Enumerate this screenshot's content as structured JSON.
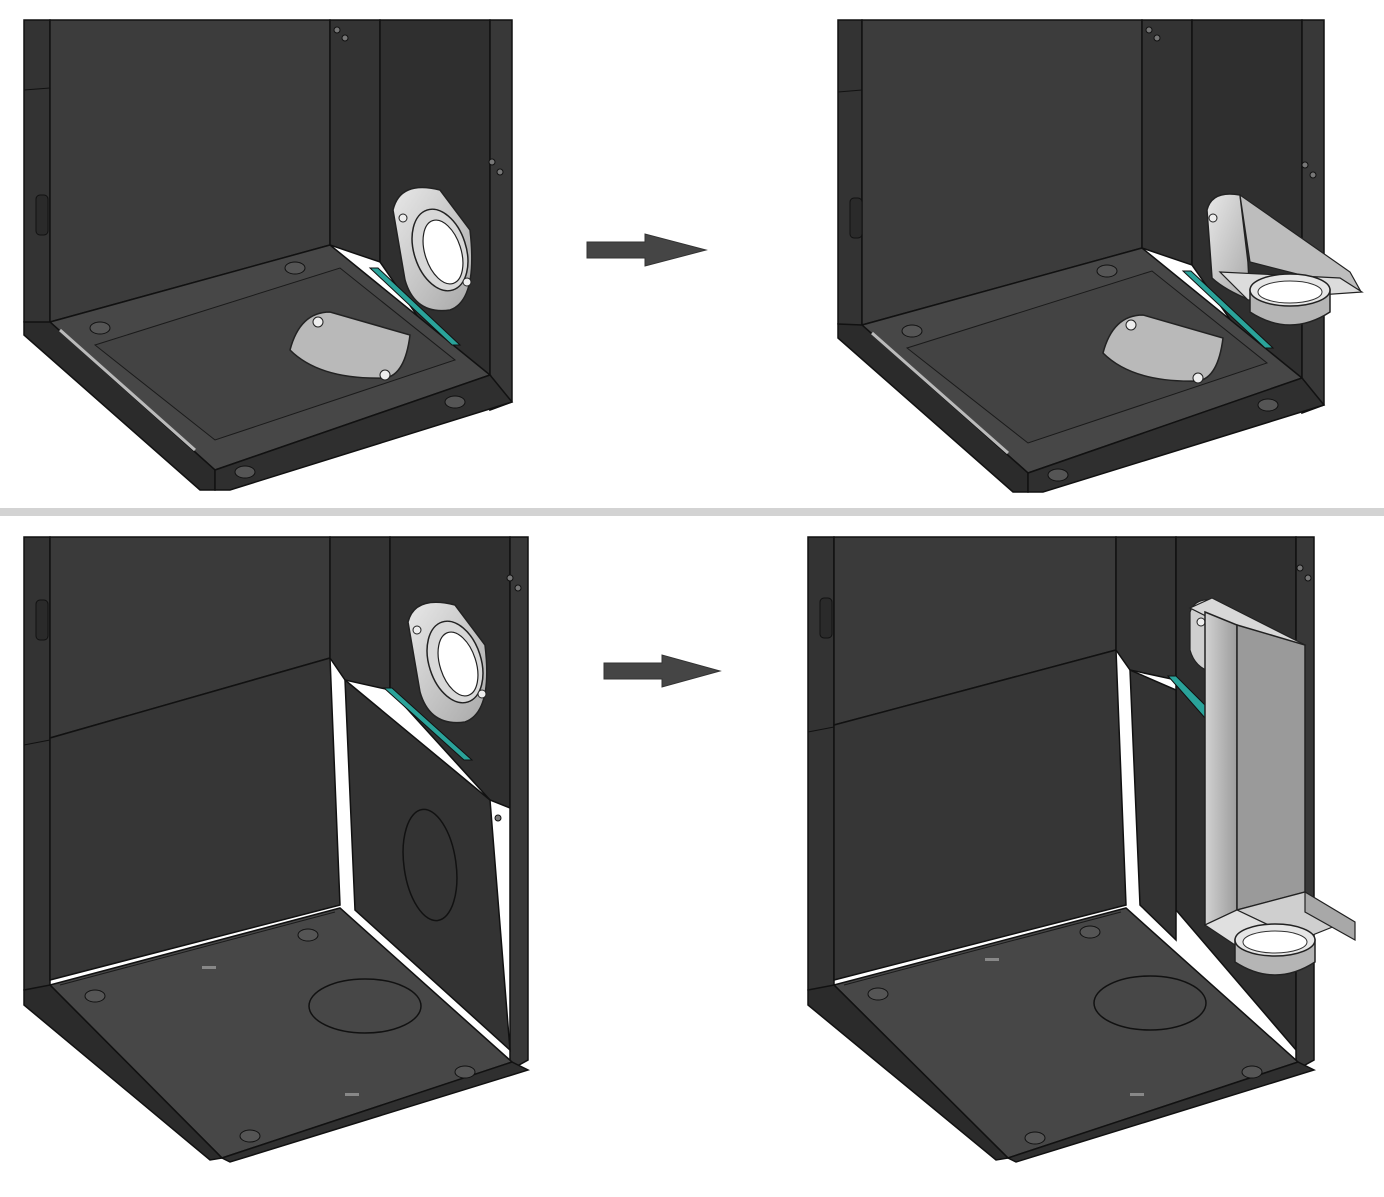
{
  "diagram": {
    "kind": "assembly-instructions",
    "text_labels": [],
    "rows": [
      {
        "name": "bottom-outlet-installation",
        "step_before": {
          "parts": [
            "stove-base-frame",
            "round-outlet-flange",
            "bottom-cover-plate",
            "gasket-strip"
          ]
        },
        "step_after": {
          "parts": [
            "stove-base-frame",
            "side-outlet-adapter",
            "round-spigot",
            "bottom-cover-plate",
            "gasket-strip"
          ]
        },
        "connector": "right-arrow"
      },
      {
        "name": "rear-outlet-installation",
        "step_before": {
          "parts": [
            "stove-base-frame",
            "round-outlet-flange",
            "rear-knockout-circle",
            "bottom-knockout-circle",
            "gasket-strip"
          ]
        },
        "step_after": {
          "parts": [
            "stove-base-frame",
            "vertical-duct-adapter",
            "round-spigot",
            "bottom-knockout-circle",
            "gasket-strip"
          ]
        },
        "connector": "right-arrow"
      }
    ],
    "colors": {
      "background": "#ffffff",
      "body_dark": "#2e2e2e",
      "panel_mid": "#3f3f3f",
      "floor": "#474747",
      "edge": "#111111",
      "metal_light": "#c8c8c8",
      "metal_mid": "#9a9a9a",
      "gasket": "#2aa39a",
      "arrow": "#454545",
      "divider": "#d3d3d3"
    }
  }
}
